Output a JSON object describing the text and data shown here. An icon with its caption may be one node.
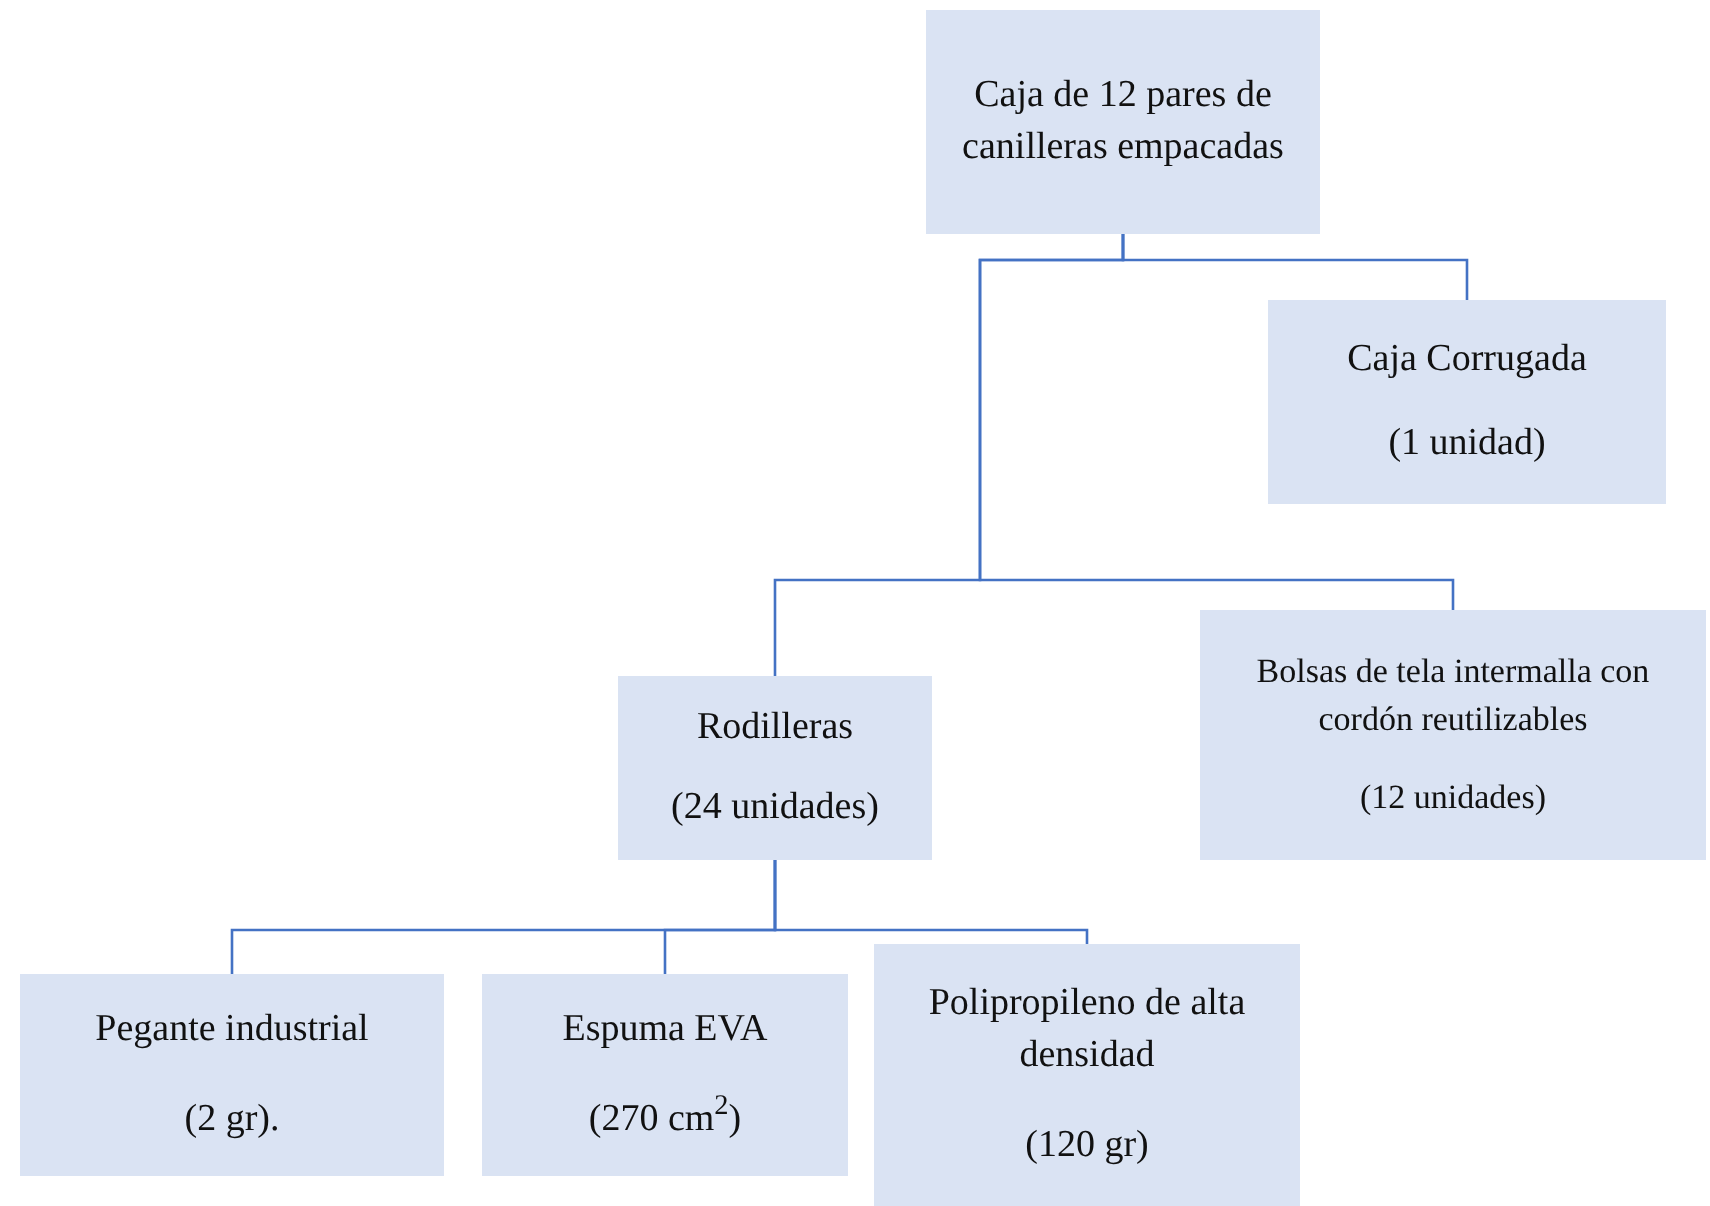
{
  "diagram": {
    "nodes": [
      {
        "text": [
          "Caja de 12 pares de canilleras empacadas"
        ]
      },
      {
        "text": [
          "Caja Corrugada",
          "(1 unidad)"
        ]
      },
      {
        "text": [
          "Rodilleras",
          "(24 unidades)"
        ]
      },
      {
        "text": [
          "Bolsas de tela intermalla con cordón reutilizables",
          "(12 unidades)"
        ]
      },
      {
        "text": [
          "Pegante industrial",
          "(2 gr)."
        ]
      },
      {
        "text": [
          "Espuma EVA",
          "(270 cm$^{2}$)"
        ]
      },
      {
        "text": [
          "Polipropileno de alta densidad",
          "(120 gr)"
        ]
      }
    ],
    "edges": [
      {
        "from": 0,
        "to": 1,
        "arrow": "none"
      },
      {
        "from": 0,
        "to": 2,
        "arrow": "none"
      },
      {
        "from": 0,
        "to": 3,
        "arrow": "none"
      },
      {
        "from": 2,
        "to": 4,
        "arrow": "none"
      },
      {
        "from": 2,
        "to": 5,
        "arrow": "none"
      },
      {
        "from": 2,
        "to": 6,
        "arrow": "none"
      }
    ]
  }
}
